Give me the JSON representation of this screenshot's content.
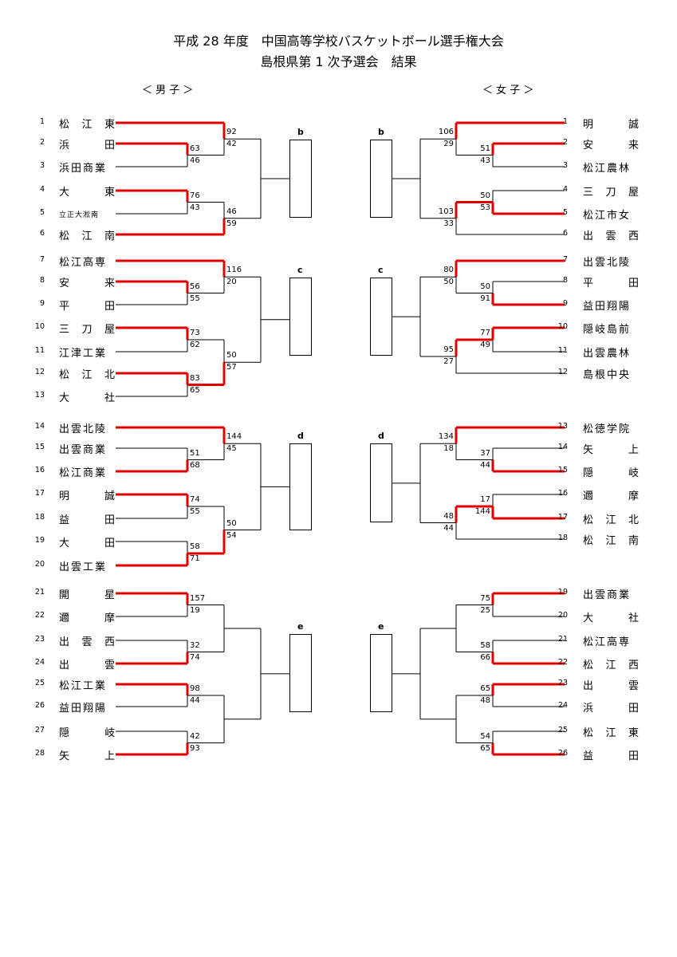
{
  "title_line1": "平成 28 年度　中国高等学校バスケットボール選手権大会",
  "title_line2": "島根県第 1 次予選会　結果",
  "men_label": "＜ 男 子 ＞",
  "women_label": "＜ 女 子 ＞",
  "colors": {
    "winner_line": "#e00000",
    "line": "#000000"
  },
  "men": {
    "teams": [
      {
        "num": "1",
        "name": "松江東"
      },
      {
        "num": "2",
        "name": "浜田"
      },
      {
        "num": "3",
        "name": "浜田商業"
      },
      {
        "num": "4",
        "name": "大東"
      },
      {
        "num": "5",
        "name": "立正大淞南"
      },
      {
        "num": "6",
        "name": "松江南"
      },
      {
        "num": "7",
        "name": "松江高専"
      },
      {
        "num": "8",
        "name": "安来"
      },
      {
        "num": "9",
        "name": "平田"
      },
      {
        "num": "10",
        "name": "三刀屋"
      },
      {
        "num": "11",
        "name": "江津工業"
      },
      {
        "num": "12",
        "name": "松江北"
      },
      {
        "num": "13",
        "name": "大社"
      },
      {
        "num": "14",
        "name": "出雲北陵"
      },
      {
        "num": "15",
        "name": "出雲商業"
      },
      {
        "num": "16",
        "name": "松江商業"
      },
      {
        "num": "17",
        "name": "明誠"
      },
      {
        "num": "18",
        "name": "益田"
      },
      {
        "num": "19",
        "name": "大田"
      },
      {
        "num": "20",
        "name": "出雲工業"
      },
      {
        "num": "21",
        "name": "開星"
      },
      {
        "num": "22",
        "name": "邇摩"
      },
      {
        "num": "23",
        "name": "出雲西"
      },
      {
        "num": "24",
        "name": "出雲"
      },
      {
        "num": "25",
        "name": "松江工業"
      },
      {
        "num": "26",
        "name": "益田翔陽"
      },
      {
        "num": "27",
        "name": "隠岐"
      },
      {
        "num": "28",
        "name": "矢上"
      }
    ],
    "groups": [
      {
        "label": "b",
        "results": [
          {
            "teams": [
              "2",
              "3"
            ],
            "scores": [
              "63",
              "46"
            ],
            "winner": "2"
          },
          {
            "teams": [
              "4",
              "5"
            ],
            "scores": [
              "76",
              "43"
            ],
            "winner": "4"
          },
          {
            "teams": [
              "1",
              "2"
            ],
            "scores": [
              "92",
              "42"
            ],
            "winner": "1"
          },
          {
            "teams": [
              "4",
              "6"
            ],
            "scores": [
              "46",
              "59"
            ],
            "winner": "6"
          }
        ]
      },
      {
        "label": "c",
        "results": [
          {
            "teams": [
              "8",
              "9"
            ],
            "scores": [
              "56",
              "55"
            ],
            "winner": "8"
          },
          {
            "teams": [
              "10",
              "11"
            ],
            "scores": [
              "73",
              "62"
            ],
            "winner": "10"
          },
          {
            "teams": [
              "12",
              "13"
            ],
            "scores": [
              "83",
              "65"
            ],
            "winner": "12"
          },
          {
            "teams": [
              "7",
              "8"
            ],
            "scores": [
              "116",
              "20"
            ],
            "winner": "7"
          },
          {
            "teams": [
              "10",
              "12"
            ],
            "scores": [
              "50",
              "57"
            ],
            "winner": "12"
          }
        ]
      },
      {
        "label": "d",
        "results": [
          {
            "teams": [
              "15",
              "16"
            ],
            "scores": [
              "51",
              "68"
            ],
            "winner": "16"
          },
          {
            "teams": [
              "17",
              "18"
            ],
            "scores": [
              "74",
              "55"
            ],
            "winner": "17"
          },
          {
            "teams": [
              "19",
              "20"
            ],
            "scores": [
              "58",
              "71"
            ],
            "winner": "20"
          },
          {
            "teams": [
              "14",
              "16"
            ],
            "scores": [
              "144",
              "45"
            ],
            "winner": "14"
          },
          {
            "teams": [
              "17",
              "20"
            ],
            "scores": [
              "50",
              "54"
            ],
            "winner": "20"
          }
        ]
      },
      {
        "label": "e",
        "results": [
          {
            "teams": [
              "21",
              "22"
            ],
            "scores": [
              "157",
              "19"
            ],
            "winner": "21"
          },
          {
            "teams": [
              "23",
              "24"
            ],
            "scores": [
              "32",
              "74"
            ],
            "winner": "24"
          },
          {
            "teams": [
              "25",
              "26"
            ],
            "scores": [
              "98",
              "44"
            ],
            "winner": "25"
          },
          {
            "teams": [
              "27",
              "28"
            ],
            "scores": [
              "42",
              "93"
            ],
            "winner": "28"
          }
        ]
      }
    ]
  },
  "women": {
    "teams": [
      {
        "num": "1",
        "name": "明誠"
      },
      {
        "num": "2",
        "name": "安来"
      },
      {
        "num": "3",
        "name": "松江農林"
      },
      {
        "num": "4",
        "name": "三刀屋"
      },
      {
        "num": "5",
        "name": "松江市女"
      },
      {
        "num": "6",
        "name": "出雲西"
      },
      {
        "num": "7",
        "name": "出雲北陵"
      },
      {
        "num": "8",
        "name": "平田"
      },
      {
        "num": "9",
        "name": "益田翔陽"
      },
      {
        "num": "10",
        "name": "隠岐島前"
      },
      {
        "num": "11",
        "name": "出雲農林"
      },
      {
        "num": "12",
        "name": "島根中央"
      },
      {
        "num": "13",
        "name": "松徳学院"
      },
      {
        "num": "14",
        "name": "矢上"
      },
      {
        "num": "15",
        "name": "隠岐"
      },
      {
        "num": "16",
        "name": "邇摩"
      },
      {
        "num": "17",
        "name": "松江北"
      },
      {
        "num": "18",
        "name": "松江南"
      },
      {
        "num": "19",
        "name": "出雲商業"
      },
      {
        "num": "20",
        "name": "大社"
      },
      {
        "num": "21",
        "name": "松江高専"
      },
      {
        "num": "22",
        "name": "松江西"
      },
      {
        "num": "23",
        "name": "出雲"
      },
      {
        "num": "24",
        "name": "浜田"
      },
      {
        "num": "25",
        "name": "松江東"
      },
      {
        "num": "26",
        "name": "益田"
      }
    ],
    "groups": [
      {
        "label": "b",
        "results": [
          {
            "teams": [
              "2",
              "3"
            ],
            "scores": [
              "51",
              "43"
            ],
            "winner": "2"
          },
          {
            "teams": [
              "4",
              "5"
            ],
            "scores": [
              "50",
              "53"
            ],
            "winner": "5"
          },
          {
            "teams": [
              "1",
              "2"
            ],
            "scores": [
              "106",
              "29"
            ],
            "winner": "1"
          },
          {
            "teams": [
              "5",
              "6"
            ],
            "scores": [
              "103",
              "33"
            ],
            "winner": "5"
          }
        ]
      },
      {
        "label": "c",
        "results": [
          {
            "teams": [
              "8",
              "9"
            ],
            "scores": [
              "50",
              "91"
            ],
            "winner": "9"
          },
          {
            "teams": [
              "10",
              "11"
            ],
            "scores": [
              "77",
              "49"
            ],
            "winner": "10"
          },
          {
            "teams": [
              "7",
              "9"
            ],
            "scores": [
              "80",
              "50"
            ],
            "winner": "7"
          },
          {
            "teams": [
              "10",
              "12"
            ],
            "scores": [
              "95",
              "27"
            ],
            "winner": "10"
          }
        ]
      },
      {
        "label": "d",
        "results": [
          {
            "teams": [
              "14",
              "15"
            ],
            "scores": [
              "37",
              "44"
            ],
            "winner": "15"
          },
          {
            "teams": [
              "16",
              "17"
            ],
            "scores": [
              "17",
              "144"
            ],
            "winner": "17"
          },
          {
            "teams": [
              "13",
              "15"
            ],
            "scores": [
              "134",
              "18"
            ],
            "winner": "13"
          },
          {
            "teams": [
              "17",
              "18"
            ],
            "scores": [
              "48",
              "44"
            ],
            "winner": "17"
          }
        ]
      },
      {
        "label": "e",
        "results": [
          {
            "teams": [
              "19",
              "20"
            ],
            "scores": [
              "75",
              "25"
            ],
            "winner": "19"
          },
          {
            "teams": [
              "21",
              "22"
            ],
            "scores": [
              "58",
              "66"
            ],
            "winner": "22"
          },
          {
            "teams": [
              "23",
              "24"
            ],
            "scores": [
              "65",
              "48"
            ],
            "winner": "23"
          },
          {
            "teams": [
              "25",
              "26"
            ],
            "scores": [
              "54",
              "65"
            ],
            "winner": "26"
          }
        ]
      }
    ]
  }
}
